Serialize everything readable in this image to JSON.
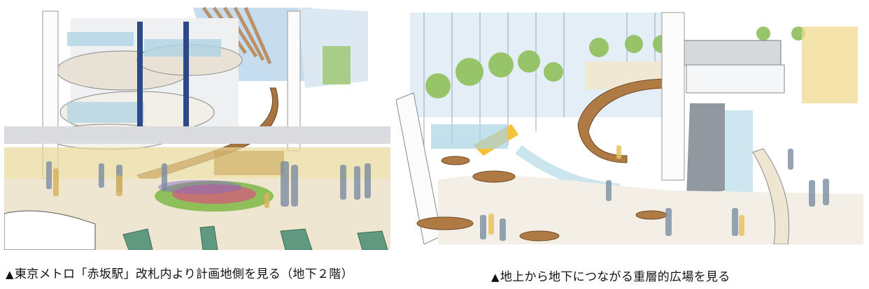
{
  "figures": [
    {
      "id": "left",
      "image_description": "Watercolor sketch of a station concourse atrium with spiral staircase, multi-level balconies, central flower garden and crowds, ticket gates in foreground",
      "caption_marker": "▲",
      "caption": "東京メトロ「赤坂駅」改札内より計画地側を見る（地下２階）"
    },
    {
      "id": "right",
      "image_description": "Watercolor sketch of a multi-layered sunken plaza connecting ground level to underground, with trees, escalators, curved wooden benches and crowds",
      "caption_marker": "▲",
      "caption": "地上から地下につながる重層的広場を見る"
    }
  ],
  "colors": {
    "sky": "#bcd6ee",
    "glass": "#a9d4e4",
    "wood": "#b07a45",
    "floor": "#efe6d2",
    "foliage": "#8fbf5a",
    "navy_column": "#2d4a86",
    "gate_green": "#5f9a80"
  }
}
